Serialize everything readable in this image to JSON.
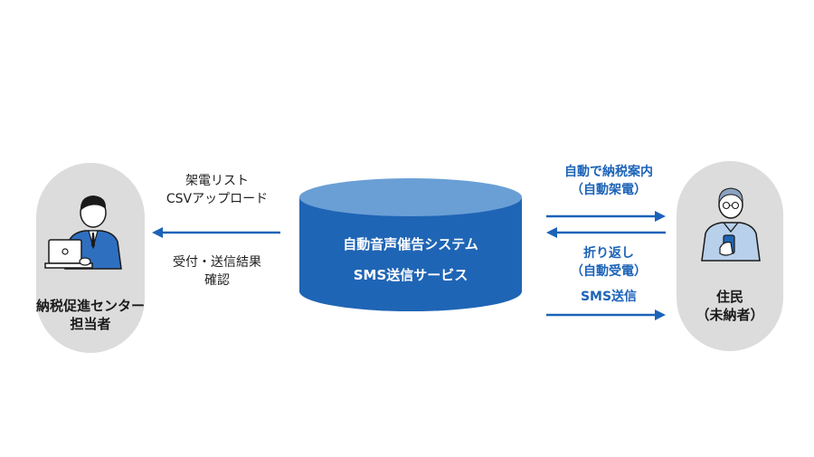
{
  "left_actor": {
    "label_line1": "納税促進センター",
    "label_line2": "担当者"
  },
  "right_actor": {
    "label_line1": "住民",
    "label_line2": "（未納者）"
  },
  "system": {
    "line1": "自動音声催告システム",
    "line2": "SMS送信サービス"
  },
  "left_flow": {
    "upload_line1": "架電リスト",
    "upload_line2": "CSVアップロード",
    "result_line1": "受付・送信結果",
    "result_line2": "確認"
  },
  "right_flow": {
    "call_line1": "自動で納税案内",
    "call_line2": "（自動架電）",
    "callback_line1": "折り返し",
    "callback_line2": "（自動受電）",
    "sms_label": "SMS送信"
  },
  "colors": {
    "accent": "#1c63b8",
    "cylinder_body": "#1f65b5",
    "cylinder_top": "#6a9fd6",
    "pill_bg": "#dcdcdc"
  },
  "icons": [
    "staff-at-laptop-icon",
    "resident-with-phone-icon",
    "database-cylinder-icon"
  ]
}
